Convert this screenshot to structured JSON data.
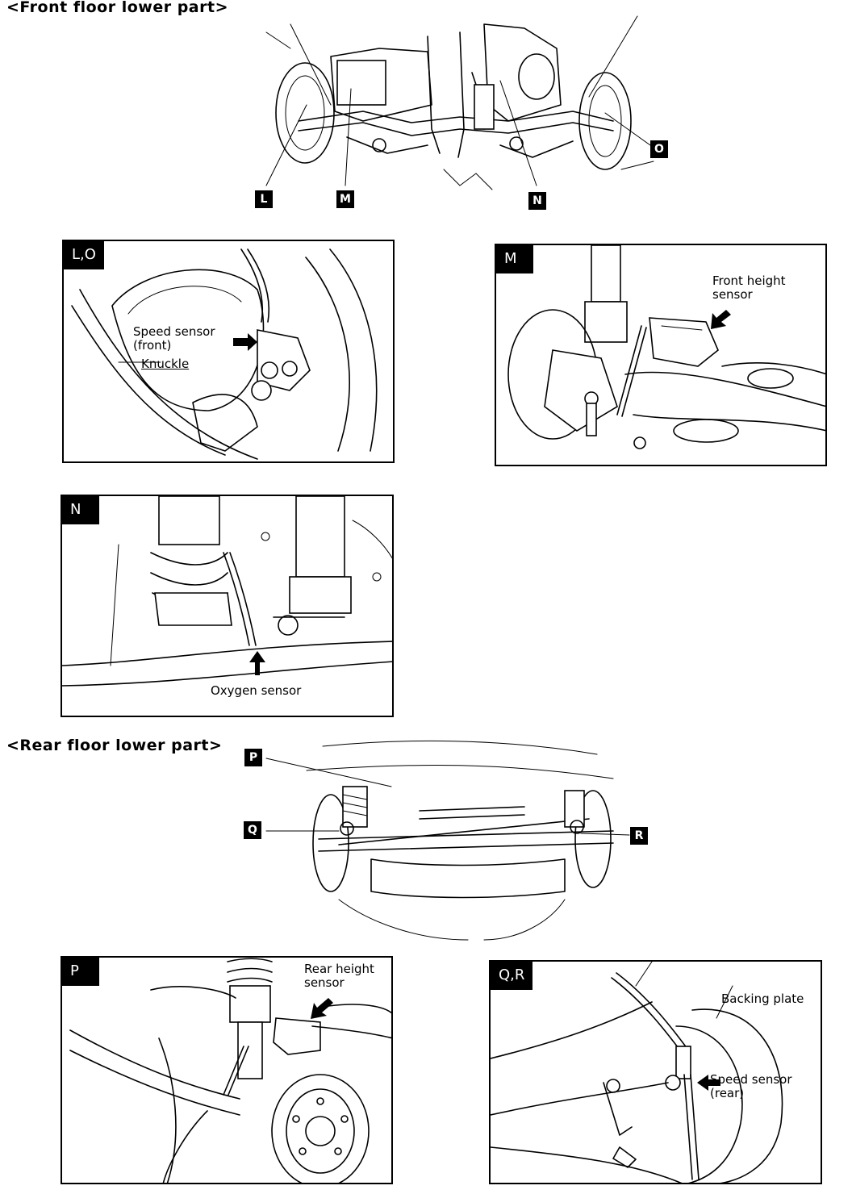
{
  "sections": {
    "front_title": "<Front floor lower part>",
    "rear_title": "<Rear floor lower part>"
  },
  "front_callouts": [
    "L",
    "M",
    "N",
    "O"
  ],
  "rear_callouts": [
    "P",
    "Q",
    "R"
  ],
  "panels": {
    "lo": {
      "tag": "L,O",
      "speed_sensor_line1": "Speed sensor",
      "speed_sensor_line2": "(front)",
      "knuckle": "Knuckle"
    },
    "m": {
      "tag": "M",
      "sensor_line1": "Front height",
      "sensor_line2": "sensor"
    },
    "n": {
      "tag": "N",
      "sensor": "Oxygen sensor"
    },
    "p": {
      "tag": "P",
      "sensor_line1": "Rear height",
      "sensor_line2": "sensor"
    },
    "qr": {
      "tag": "Q,R",
      "backing_plate": "Backing plate",
      "sensor_line1": "Speed sensor",
      "sensor_line2": "(rear)"
    }
  }
}
